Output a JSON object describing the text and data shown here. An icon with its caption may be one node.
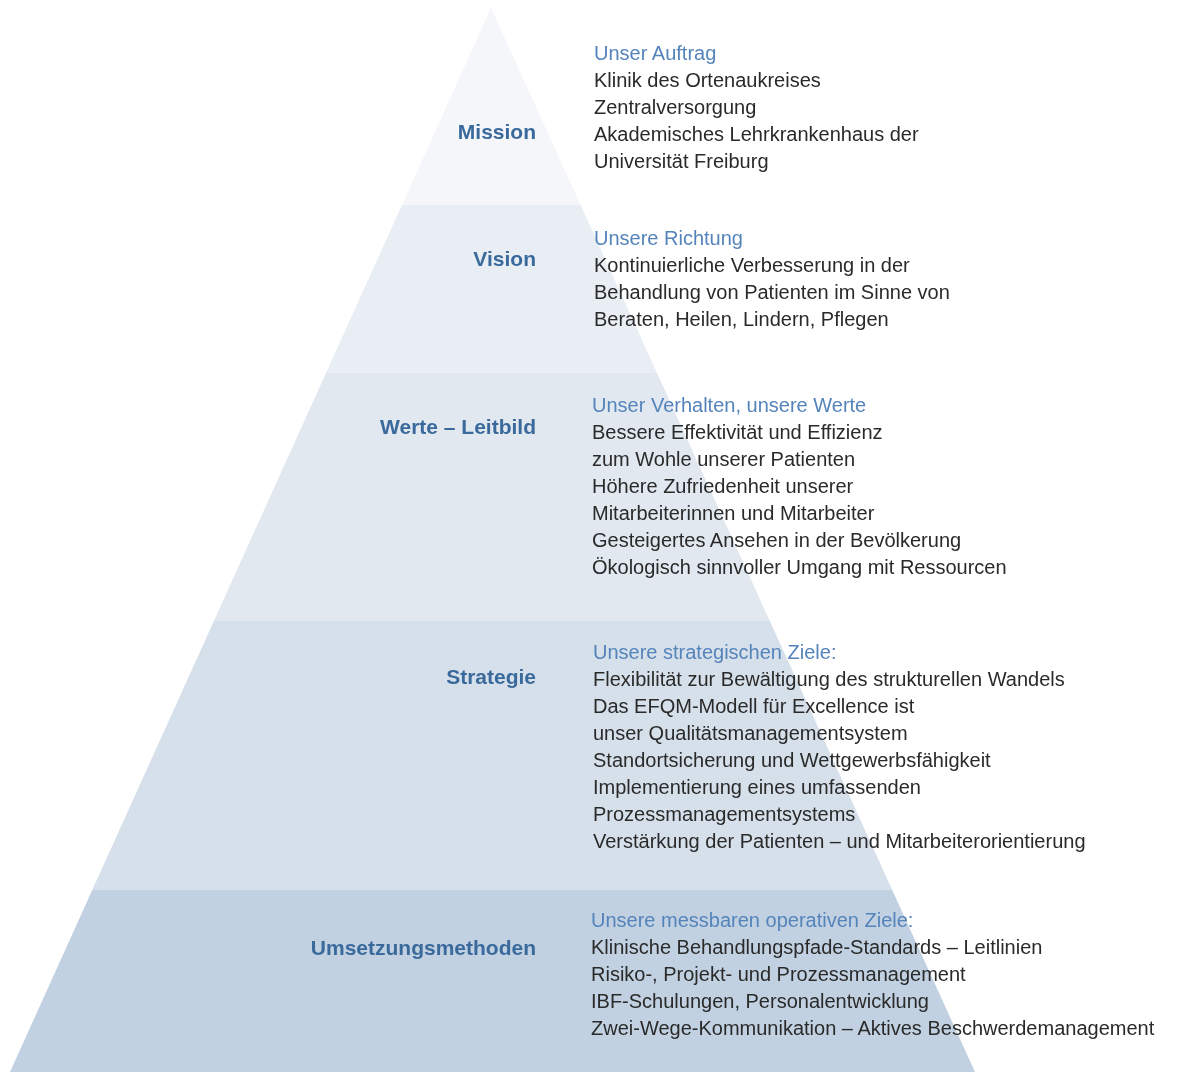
{
  "diagram": {
    "nodes": [
      {
        "text": [
          "Mission",
          "Unser Auftrag",
          "Klinik des Ortenaukreises",
          "Zentralversorgung",
          "Akademisches Lehrkrankenhaus der Universität Freiburg"
        ]
      },
      {
        "text": [
          "Vision",
          "Unsere Richtung",
          "Kontinuierliche Verbesserung in der Behandlung von Patienten im Sinne von Beraten, Heilen, Lindern, Pflegen"
        ]
      },
      {
        "text": [
          "Werte – Leitbild",
          "Unser Verhalten, unsere Werte",
          "Bessere Effektivität und Effizienz zum Wohle unserer Patienten",
          "Höhere Zufriedenheit unserer Mitarbeiterinnen und Mitarbeiter",
          "Gesteigertes Ansehen in der Bevölkerung",
          "Ökologisch sinnvoller Umgang mit Ressourcen"
        ]
      },
      {
        "text": [
          "Strategie",
          "Unsere strategischen Ziele:",
          "Flexibilität zur Bewältigung des strukturellen Wandels",
          "Das EFQM-Modell für Excellence ist unser Qualitätsmanagementsystem",
          "Standortsicherung und Wettgewerbsfähigkeit",
          "Implementierung eines umfassenden Prozessmanagementsystems",
          "Verstärkung der Patienten – und Mitarbeiterorientierung"
        ]
      },
      {
        "text": [
          "Umsetzungsmethoden",
          "Unsere messbaren operativen Ziele:",
          "Klinische Behandlungspfade-Standards – Leitlinien",
          "Risiko-, Projekt- und Prozessmanagement",
          "IBF-Schulungen, Personalentwicklung",
          "Zwei-Wege-Kommunikation – Aktives Beschwerdemanagement"
        ]
      }
    ]
  }
}
